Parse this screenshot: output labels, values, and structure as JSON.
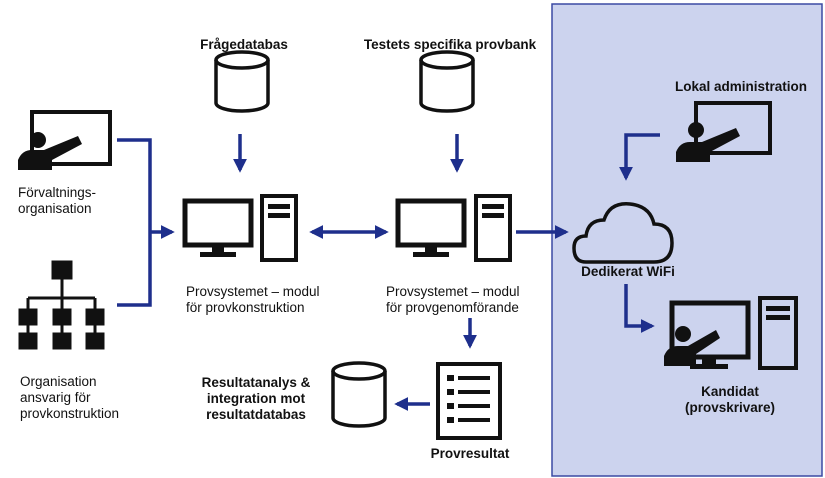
{
  "colors": {
    "arrow": "#1e2f8c",
    "icon": "#111111",
    "panel": "#ccd3ee",
    "panel_border": "#3b4aa3"
  },
  "labels": {
    "fragedatabas": "Frågedatabas",
    "provbank": "Testets specifika provbank",
    "lokal_admin": "Lokal administration",
    "forvaltning": [
      "Förvaltnings-",
      "organisation"
    ],
    "prov_konstruktion": [
      "Provsystemet – modul",
      "för provkonstruktion"
    ],
    "prov_genomforande": [
      "Provsystemet – modul",
      "för provgenomförande"
    ],
    "dedikerat_wifi": "Dedikerat WiFi",
    "organisation": [
      "Organisation",
      "ansvarig för",
      "provkonstruktion"
    ],
    "resultatanalys": [
      "Resultatanalys &",
      "integration mot",
      "resultatdatabas"
    ],
    "provresultat": "Provresultat",
    "kandidat": [
      "Kandidat",
      "(provskrivare)"
    ]
  }
}
